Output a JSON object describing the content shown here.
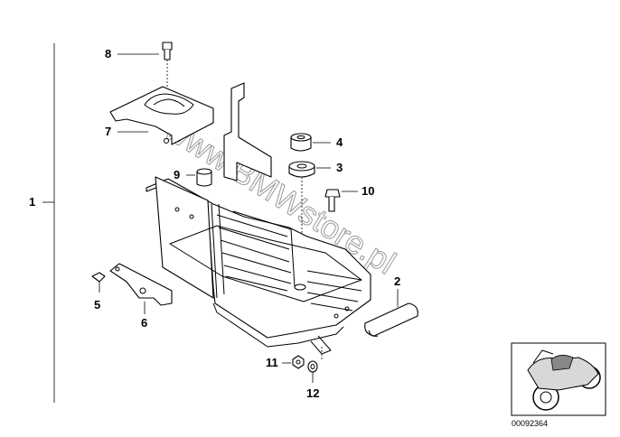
{
  "diagram": {
    "callouts": [
      "1",
      "2",
      "3",
      "4",
      "5",
      "6",
      "7",
      "8",
      "9",
      "10",
      "11",
      "12"
    ],
    "watermark": "www.BMWstore.pl",
    "thumbnail_code": "00092364"
  }
}
